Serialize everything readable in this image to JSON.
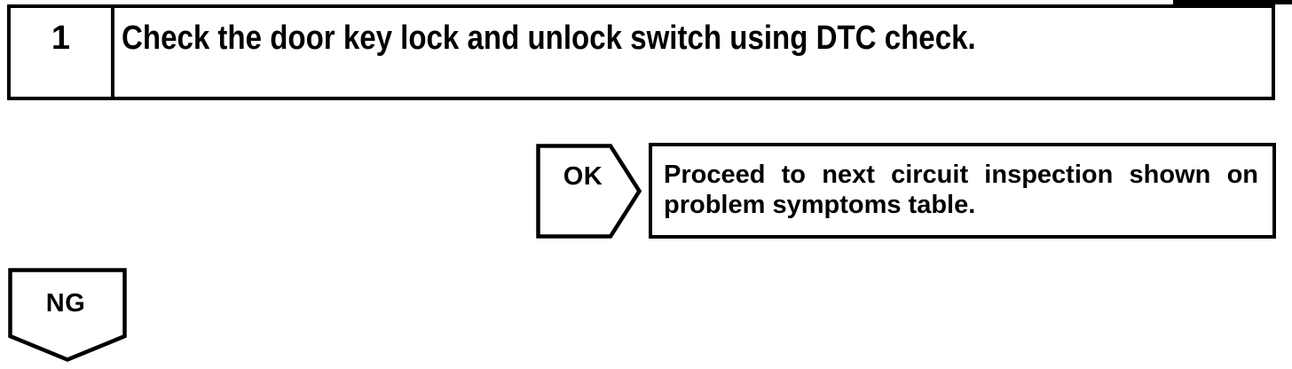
{
  "flowchart": {
    "step": {
      "number": "1",
      "instruction": "Check the door key lock and unlock switch using DTC check."
    },
    "ok_branch": {
      "label": "OK",
      "result_line1": "Proceed to next circuit inspection shown on",
      "result_line2": "problem symptoms table."
    },
    "ng_branch": {
      "label": "NG"
    }
  },
  "colors": {
    "ink": "#000000",
    "paper": "#ffffff"
  }
}
